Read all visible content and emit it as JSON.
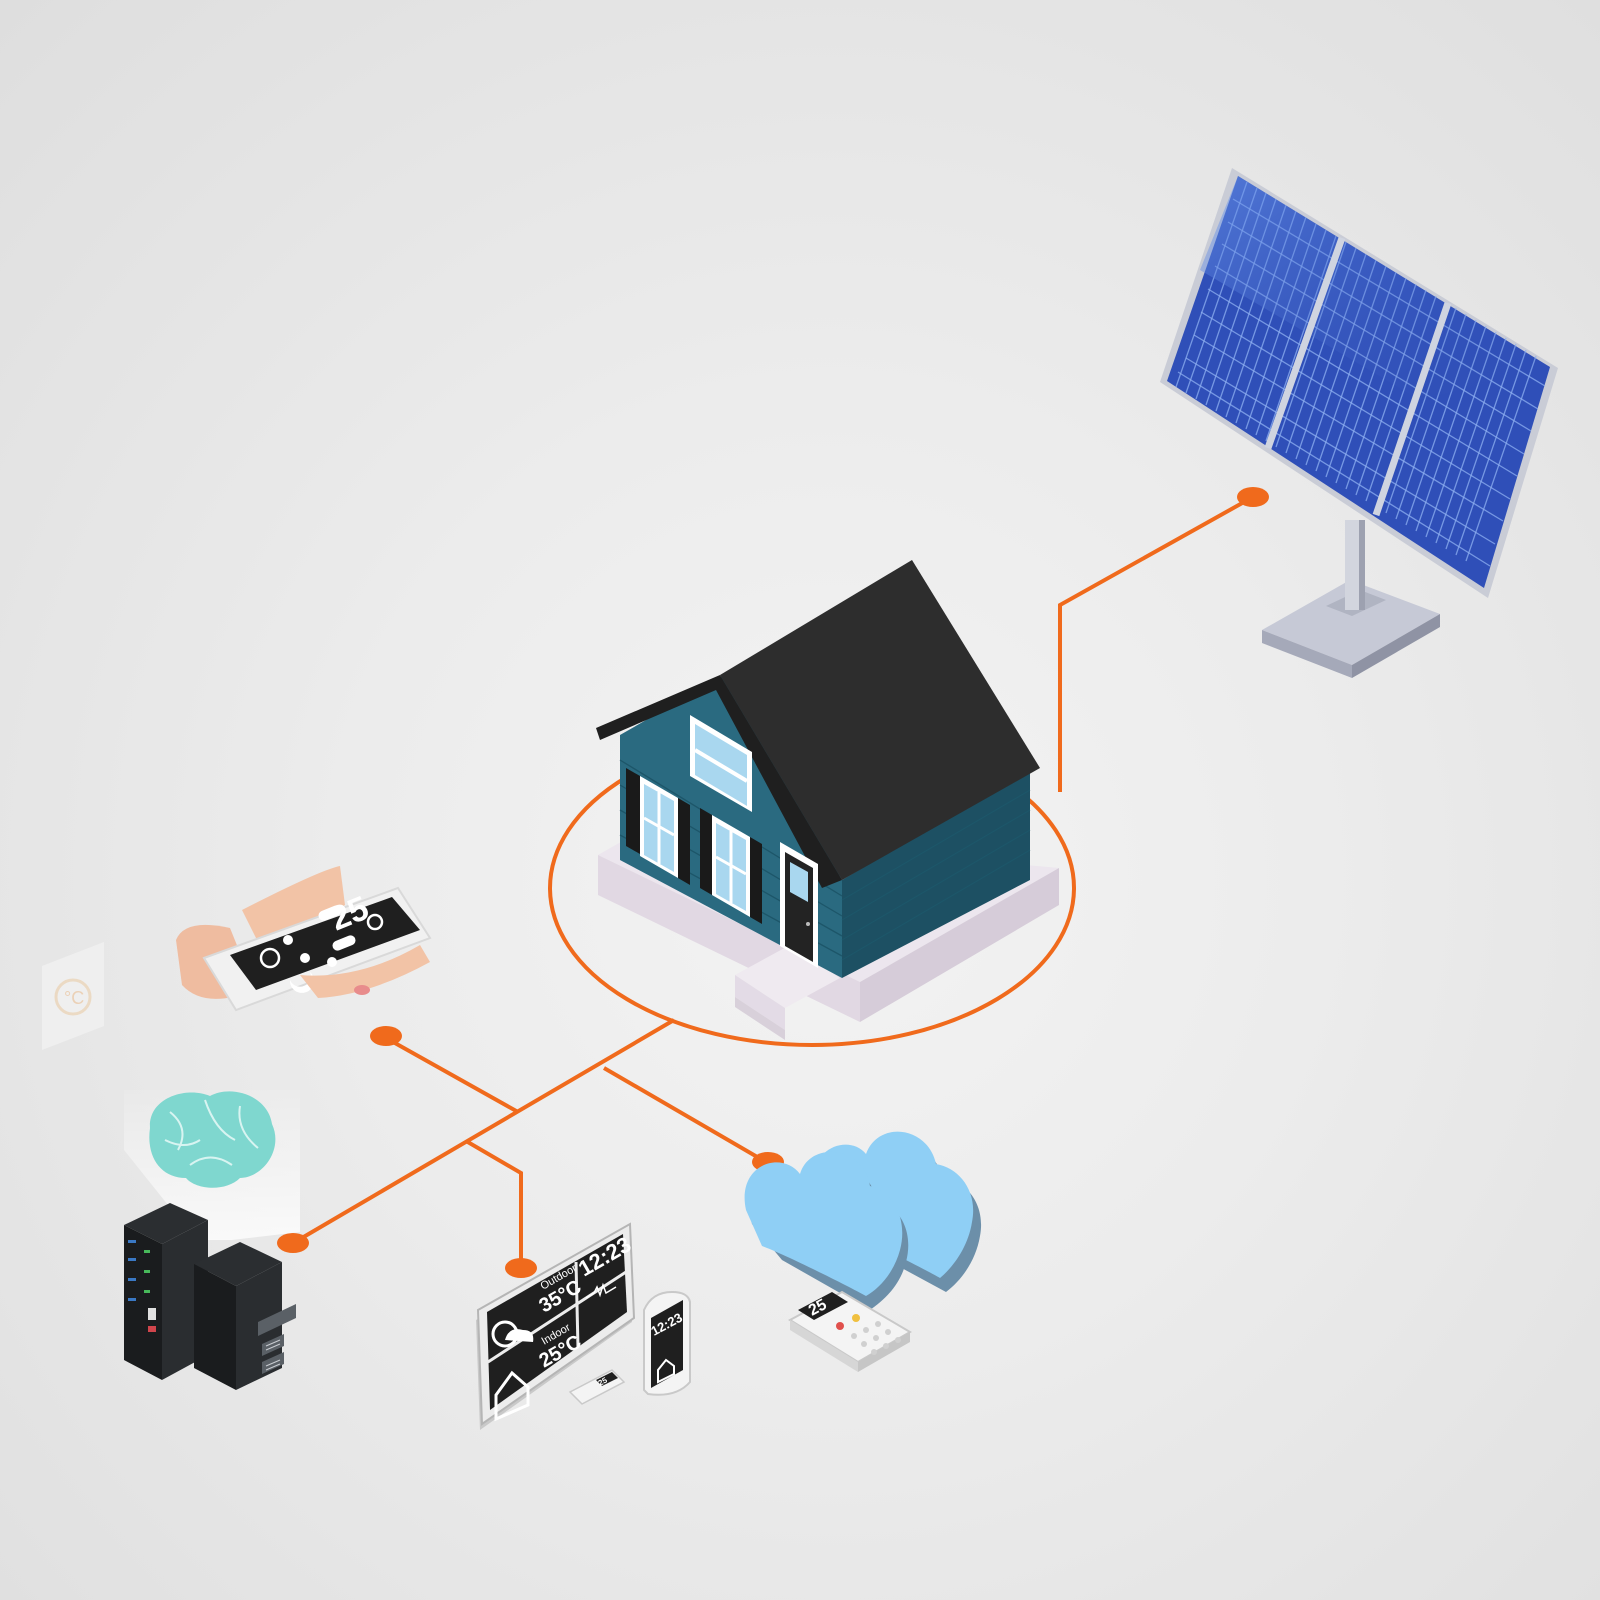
{
  "colors": {
    "network_line": "#f06a1c",
    "house_wall": "#2a6a80",
    "roof": "#2d2d2d",
    "solar_cell": "#3b63c9",
    "cloud": "#8fcff5"
  },
  "phone": {
    "temperature": "25"
  },
  "weather_station": {
    "outdoor_label": "Outdoor",
    "outdoor_temp": "35°C",
    "indoor_label": "Indoor",
    "indoor_temp": "25°C",
    "time": "12:23"
  },
  "thermostat": {
    "time": "12:23"
  },
  "small_remote": {
    "temperature": "25"
  },
  "ac_remote": {
    "temperature": "25"
  },
  "wall_thermostat": {
    "unit": "°C"
  },
  "icons": [
    "house-icon",
    "solar-panel-icon",
    "smartphone-icon",
    "brain-icon",
    "server-icon",
    "weather-display-icon",
    "cloud-icon",
    "remote-control-icon",
    "thermostat-icon"
  ]
}
